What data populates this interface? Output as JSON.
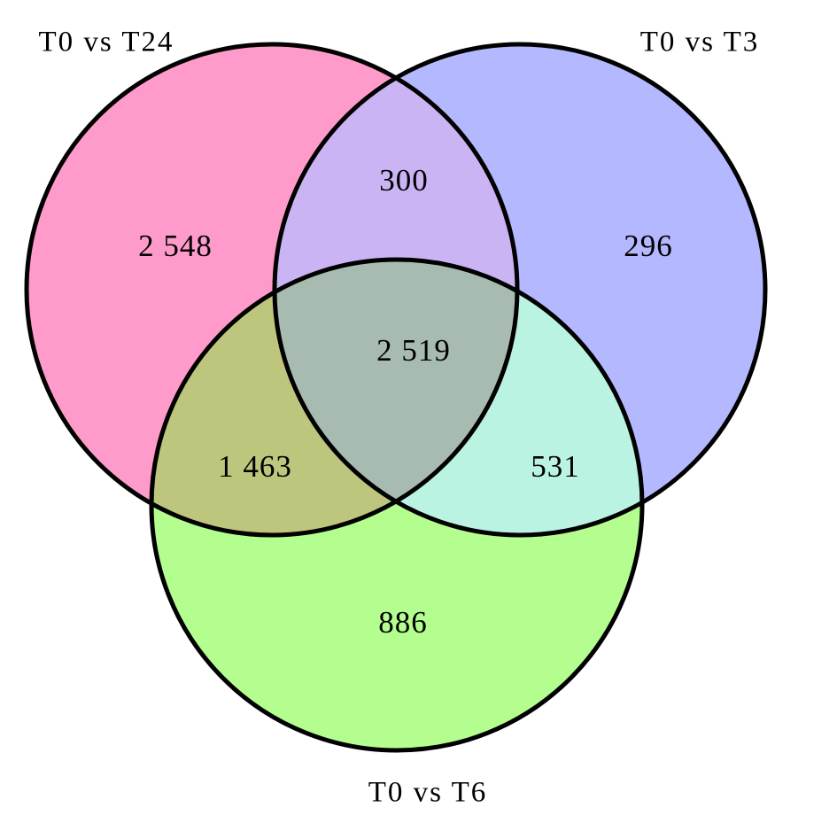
{
  "sets": [
    {
      "name": "T0 vs T24",
      "color": "#FF9BCB"
    },
    {
      "name": "T0 vs T3",
      "color": "#B4B8FE"
    },
    {
      "name": "T0 vs T6",
      "color": "#B3FE8E"
    }
  ],
  "overlap_colors": {
    "T24_T3": "#CBB4F4",
    "T24_T6": "#BEC67D",
    "T3_T6": "#BBF3E2",
    "all": "#A8BBB1"
  },
  "regions": {
    "T24_only": "2 548",
    "T3_only": "296",
    "T6_only": "886",
    "T24_T3": "300",
    "T24_T6": "1 463",
    "T3_T6": "531",
    "all": "2 519"
  },
  "chart_data": {
    "type": "venn",
    "sets": [
      "T0 vs T24",
      "T0 vs T3",
      "T0 vs T6"
    ],
    "values": {
      "T0 vs T24 only": 2548,
      "T0 vs T3 only": 296,
      "T0 vs T6 only": 886,
      "T0 vs T24 & T0 vs T3": 300,
      "T0 vs T24 & T0 vs T6": 1463,
      "T0 vs T3 & T0 vs T6": 531,
      "all three": 2519
    }
  }
}
